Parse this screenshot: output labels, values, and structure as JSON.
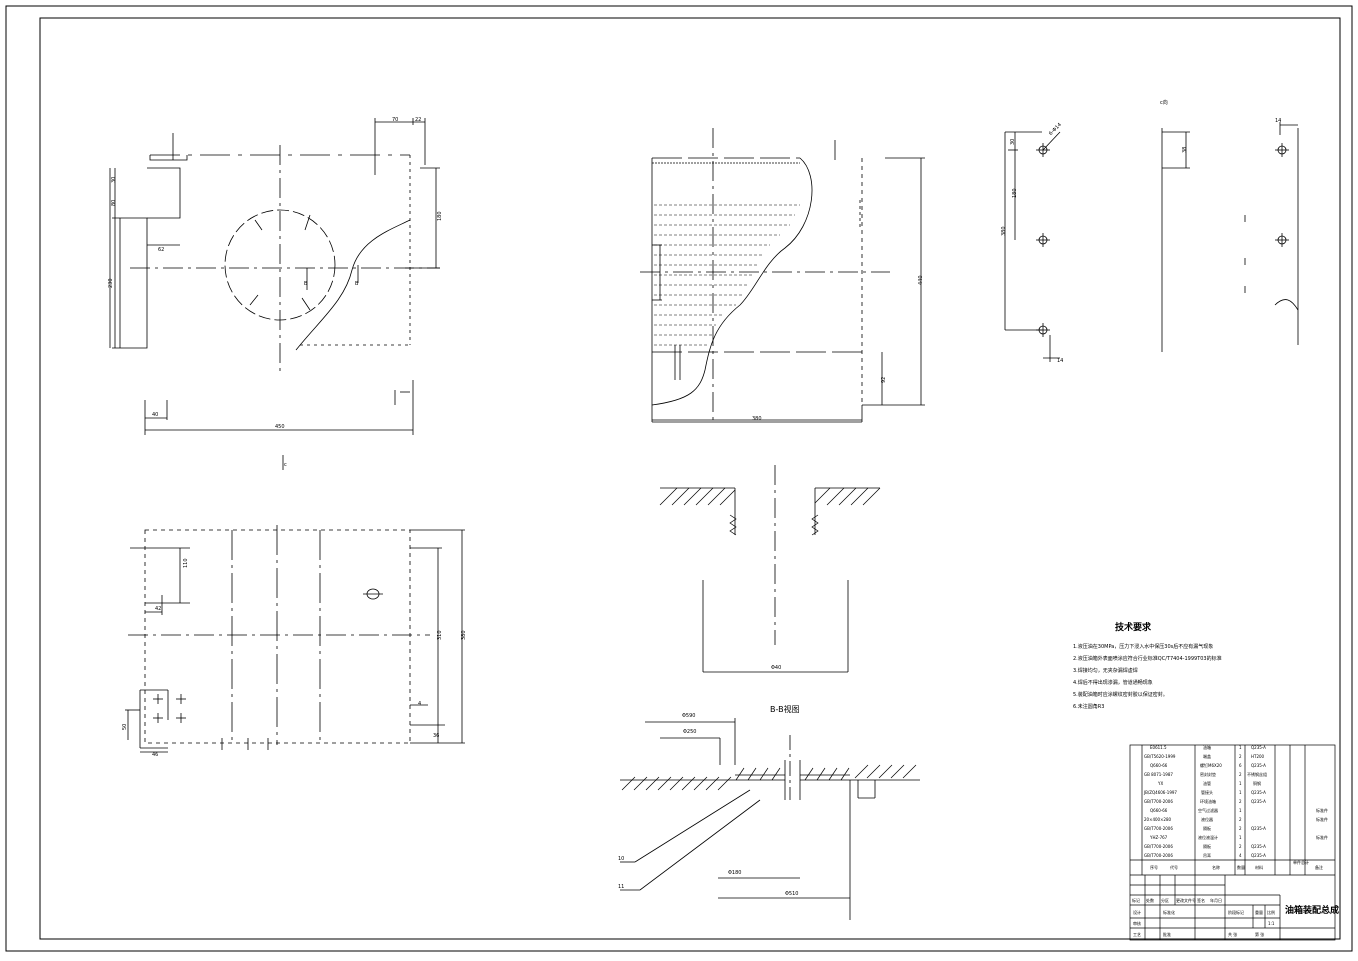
{
  "drawing": {
    "title_block_name": "油箱装配总成",
    "section_label": "B-B视图",
    "view_label_c": "c向",
    "view_marker_c": "c"
  },
  "dimensions": {
    "left_top": [
      "70",
      "22",
      "30",
      "80",
      "180",
      "62",
      "230",
      "40",
      "450"
    ],
    "center_top": [
      "380",
      "440",
      "92"
    ],
    "right_top": [
      "6-Φ14",
      "30",
      "180",
      "380",
      "14",
      "38",
      "14"
    ],
    "left_bottom": [
      "110",
      "42",
      "310",
      "380",
      "4",
      "36",
      "50",
      "46"
    ],
    "center_mid": [
      "Φ40"
    ],
    "center_bottom": [
      "Φ590",
      "Φ250",
      "Φ180",
      "Φ510"
    ]
  },
  "leaders": {
    "part_10": "10",
    "part_11": "11",
    "section_b1": "B",
    "section_b2": "B"
  },
  "technical_requirements": {
    "title": "技术要求",
    "items": [
      "1.液压油在30MPa，压力下浸入水中保压30s后不应有漏气现象",
      "2.液压油箱外表面喷涂应符合行业标准QC/T7404-1999T03的标准",
      "3.焊接均匀，无夹杂漏焊虚焊",
      "4.焊后不得出现渗漏，管道通畅现象",
      "5.装配油箱时应涂螺纹密封胶以保证密封。",
      "6.未注圆角R3"
    ]
  },
  "bom": {
    "col_codes": [
      "E0611.5",
      "GB/T5620-1999",
      "Q660-66",
      "GB 8071-1987",
      "YX",
      "JB/ZQ4606-1997",
      "GB/T700-2006",
      "Q660-66",
      "20×400×280",
      "GB/T700-2006",
      "YHZ-767",
      "GB/T700-2006",
      "GB/T700-2006"
    ],
    "col_names": [
      "油箱",
      "端盖",
      "螺钉M6X20",
      "密封封垫",
      "油管",
      "管接头",
      "环境油箱",
      "空气过滤器",
      "液位器",
      "隔板",
      "液位液温计",
      "隔板",
      "吊耳"
    ],
    "col_qty": [
      "1",
      "2",
      "6",
      "2",
      "1",
      "1",
      "2",
      "1",
      "2",
      "2",
      "1",
      "2",
      "4"
    ],
    "col_material": [
      "Q235-A",
      "HT200",
      "Q235-A",
      "不锈钢丝组",
      "铜钢",
      "Q235-A",
      "Q235-A",
      "",
      "",
      "Q235-A",
      "",
      "Q235-A",
      "Q235-A"
    ],
    "col_notes": [
      "标准件",
      "标准件",
      "",
      "标准件"
    ],
    "header": [
      "序号",
      "代号",
      "名称",
      "数量",
      "材料",
      "单件",
      "总计",
      "备注"
    ],
    "title_rows": [
      "标记",
      "处数",
      "分区",
      "更改文件号",
      "签名",
      "年月日",
      "设计",
      "标准化",
      "审核",
      "工艺",
      "批准",
      "阶段标记",
      "重量",
      "比例",
      "共 张",
      "第 张"
    ],
    "scale": "1:1"
  }
}
